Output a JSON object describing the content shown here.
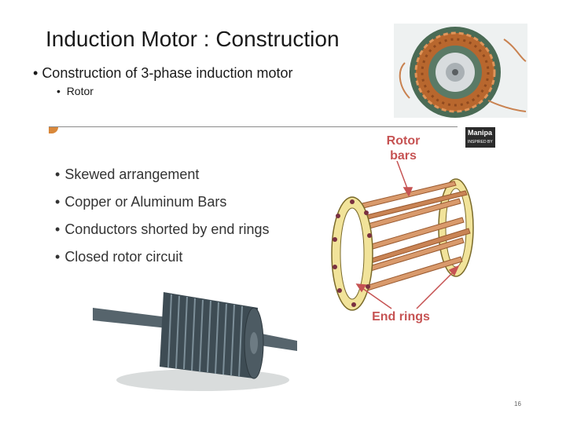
{
  "slide": {
    "title": "Induction Motor : Construction",
    "bullet_level1": "Construction of 3-phase induction motor",
    "bullet_level2": "Rotor",
    "page_number": "16"
  },
  "figure": {
    "features": [
      "Skewed arrangement",
      "Copper or Aluminum Bars",
      "Conductors shorted by end rings",
      "Closed rotor circuit"
    ],
    "rotor_bars_label_line1": "Rotor",
    "rotor_bars_label_line2": "bars",
    "end_rings_label": "End rings",
    "logo_text": "Manipa",
    "logo_subtext": "INSPIRED BY"
  },
  "colors": {
    "bar_copper": "#d99a6c",
    "ring_yellow": "#f1e39a",
    "label_red": "#c65353",
    "stator_green": "#3f6a4a"
  }
}
